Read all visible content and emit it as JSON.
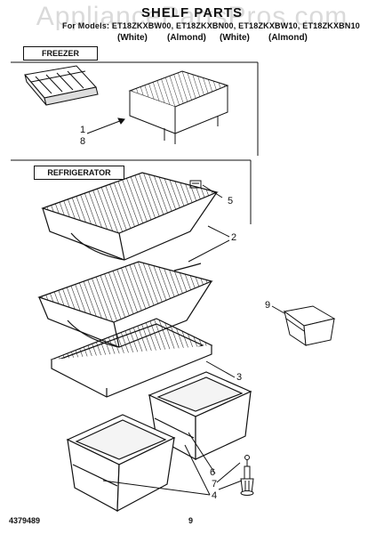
{
  "watermark": "AppliancePartsPros.com",
  "title": "SHELF PARTS",
  "models_line": "For Models: ET18ZKXBW00, ET18ZKXBN00, ET18ZKXBW10, ET18ZKXBN10",
  "colors": [
    "(White)",
    "(Almond)",
    "(White)",
    "(Almond)"
  ],
  "sections": {
    "freezer": "FREEZER",
    "refrigerator": "REFRIGERATOR"
  },
  "callouts": {
    "c1": "1",
    "c8": "8",
    "c5": "5",
    "c2": "2",
    "c9": "9",
    "c3": "3",
    "c6": "6",
    "c7": "7",
    "c4": "4"
  },
  "footer": {
    "doc_number": "4379489",
    "page": "9"
  }
}
